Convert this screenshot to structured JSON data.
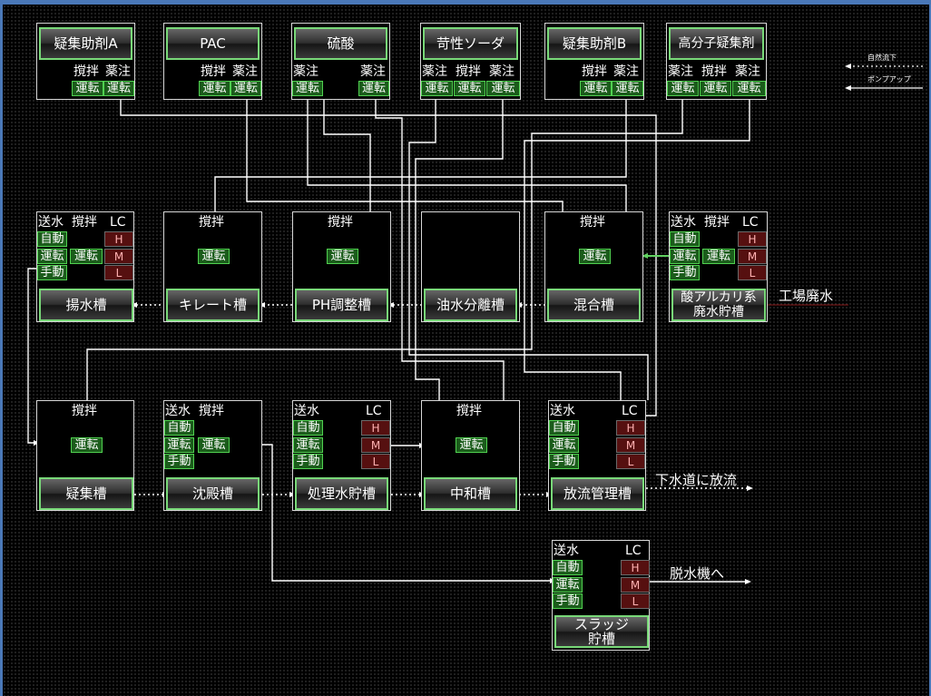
{
  "legend": {
    "gravity": "自然流下",
    "pump": "ポンプアップ"
  },
  "labels": {
    "send": "送水",
    "stir": "撹拌",
    "dose": "薬注",
    "lc": "LC",
    "auto": "自動",
    "run": "運転",
    "manual": "手動",
    "high": "H",
    "mid": "M",
    "low": "L"
  },
  "chemicals": {
    "flocA": "疑集助剤A",
    "pac": "PAC",
    "acid": "硫酸",
    "soda": "苛性ソーダ",
    "flocB": "疑集助剤B",
    "polymer": "高分子疑集剤"
  },
  "tanks": {
    "pump": "揚水槽",
    "chelate": "キレート槽",
    "ph": "PH調整槽",
    "oil": "油水分離槽",
    "mix": "混合槽",
    "acidWaste": "酸アルカリ系\n廃水貯槽",
    "coag": "疑集槽",
    "settle": "沈殿槽",
    "treated": "処理水貯槽",
    "neutral": "中和槽",
    "discharge": "放流管理槽",
    "sludge": "スラッジ\n貯槽"
  },
  "external": {
    "factory": "工場廃水",
    "sewer": "下水道に放流",
    "dewater": "脱水機へ"
  },
  "colors": {
    "frame": "#4a78b8",
    "running": "#1b5c1b",
    "level": "#561010",
    "lineHighlight": "#60d060"
  }
}
